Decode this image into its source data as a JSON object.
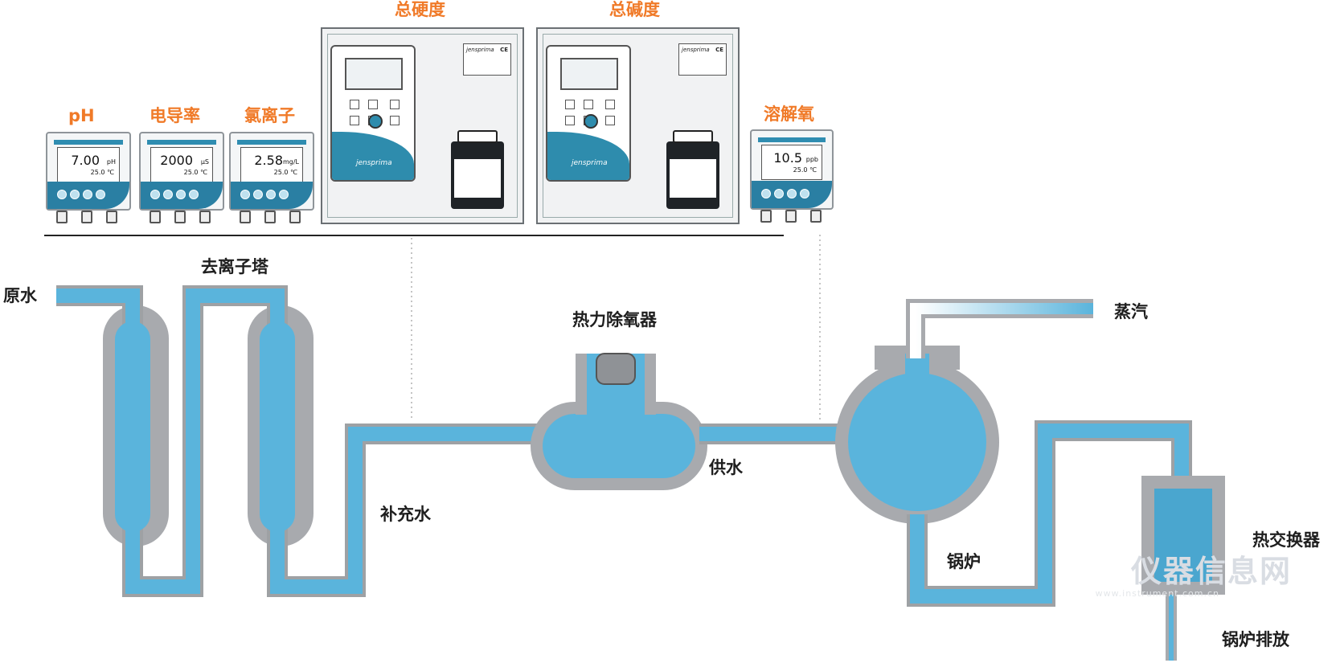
{
  "analyzers": {
    "ph": {
      "title": "pH",
      "value": "7.00",
      "unit": "pH",
      "temp": "25.0 ℃"
    },
    "conductivity": {
      "title": "电导率",
      "value": "2000",
      "unit": "μS",
      "temp": "25.0 ℃"
    },
    "chloride": {
      "title": "氯离子",
      "value": "2.58",
      "unit": "mg/L",
      "temp": "25.0 ℃"
    },
    "hardness": {
      "title": "总硬度"
    },
    "alkalinity": {
      "title": "总碱度"
    },
    "dissolved_oxygen": {
      "title": "溶解氧",
      "value": "10.5",
      "unit": "ppb",
      "temp": "25.0 ℃"
    }
  },
  "cabinet": {
    "brand": "jensprima",
    "mark": "CE"
  },
  "process": {
    "raw_water": "原水",
    "deion_tower": "去离子塔",
    "makeup_water": "补充水",
    "deaerator": "热力除氧器",
    "feed_water": "供水",
    "steam": "蒸汽",
    "boiler": "锅炉",
    "heat_exchanger": "热交换器",
    "blowdown": "锅炉排放"
  },
  "watermark": {
    "text": "仪器信息网",
    "url": "www.instrument.com.cn"
  },
  "colors": {
    "water": "#5ab4dc",
    "vessel": "#a8aaae",
    "accent": "#f07a28",
    "panel": "#2e8cad"
  }
}
